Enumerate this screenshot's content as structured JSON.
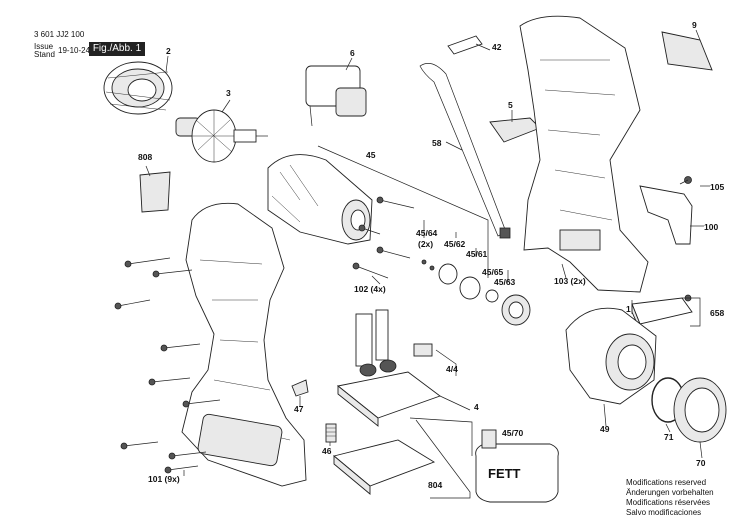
{
  "header": {
    "doc_number": "3 601 JJ2 100",
    "issue_label": "Issue",
    "stand_label": "Stand",
    "issue_date": "19-10-24",
    "figure_label": "Fig./Abb. 1"
  },
  "fett_label": "FETT",
  "callouts": {
    "c2": "2",
    "c3": "3",
    "c4": "4",
    "c4_4": "4/4",
    "c5": "5",
    "c6": "6",
    "c9": "9",
    "c42": "42",
    "c45": "45",
    "c45_61": "45/61",
    "c45_62": "45/62",
    "c45_63": "45/63",
    "c45_64": "45/64",
    "c2x": "(2x)",
    "c45_65": "45/65",
    "c45_70": "45/70",
    "c46": "46",
    "c47": "47",
    "c49": "49",
    "c58": "58",
    "c70": "70",
    "c71": "71",
    "c100": "100",
    "c101": "101 (9x)",
    "c102": "102 (4x)",
    "c103": "103 (2x)",
    "c105": "105",
    "c658": "658",
    "c804": "804",
    "c808": "808",
    "c1": "1"
  },
  "notes": {
    "en": "Modifications reserved",
    "de": "Änderungen vorbehalten",
    "fr": "Modifications réservées",
    "es": "Salvo modificaciones"
  }
}
